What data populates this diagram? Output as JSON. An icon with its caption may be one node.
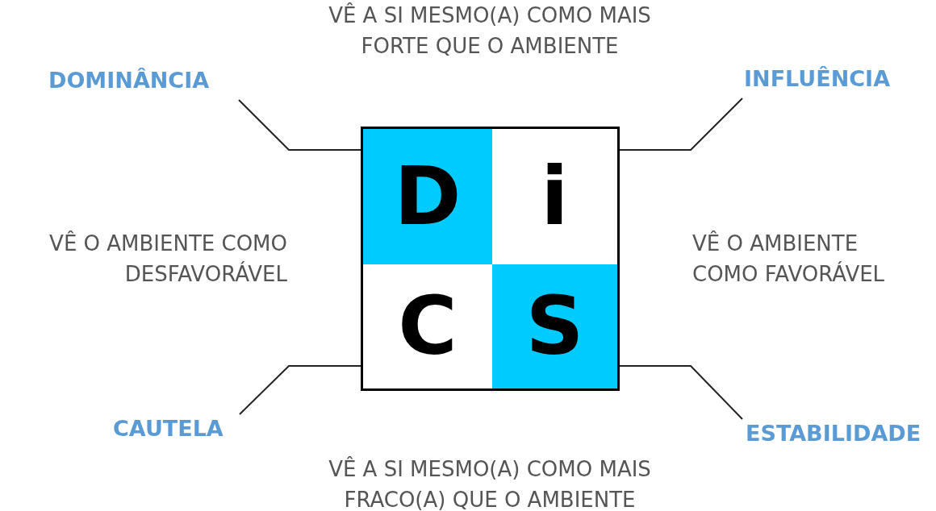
{
  "diagram": {
    "nodes": [
      {
        "text": [],
        "shape": "box"
      },
      {
        "text": [
          "D"
        ],
        "in": 0
      },
      {
        "text": [
          "i"
        ],
        "in": 0
      },
      {
        "text": [
          "C"
        ],
        "in": 0
      },
      {
        "text": [
          "S"
        ],
        "in": 0
      },
      {
        "text": [
          "DOMINÂNCIA"
        ]
      },
      {
        "text": [
          "INFLUÊNCIA"
        ]
      },
      {
        "text": [
          "CAUTELA"
        ]
      },
      {
        "text": [
          "ESTABILIDADE"
        ]
      }
    ],
    "edges": [
      {
        "from": 5,
        "to": 1,
        "arrow": "none"
      },
      {
        "from": 6,
        "to": 2,
        "arrow": "none"
      },
      {
        "from": 7,
        "to": 3,
        "arrow": "none"
      },
      {
        "from": 8,
        "to": 4,
        "arrow": "none"
      }
    ],
    "labels": [
      "VÊ A SI MESMO(A) COMO MAIS FORTE QUE O AMBIENTE",
      "VÊ O AMBIENTE COMO DESFAVORÁVEL",
      "VÊ O AMBIENTE COMO FAVORÁVEL",
      "VÊ A SI MESMO(A) COMO MAIS FRACO(A) QUE O AMBIENTE"
    ]
  }
}
